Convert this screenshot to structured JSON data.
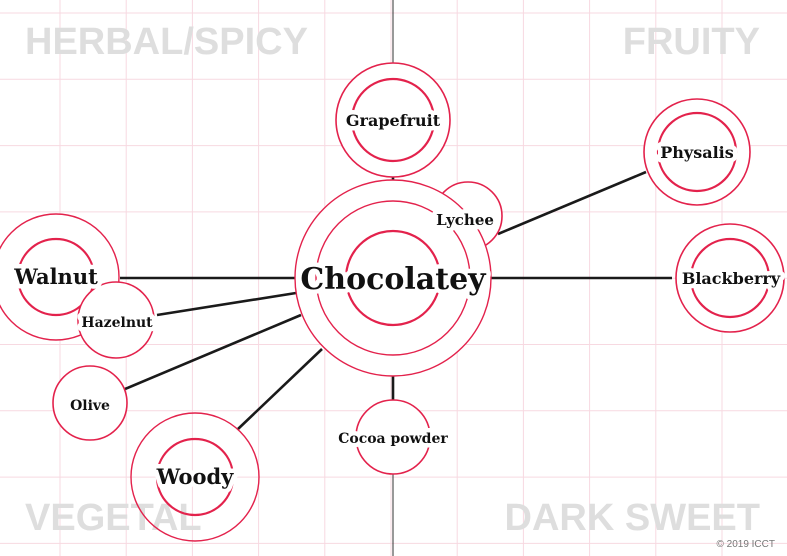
{
  "categories": {
    "top_left": "HERBAL/SPICY",
    "top_right": "FRUITY",
    "bottom_left": "VEGETAL",
    "bottom_right": "DARK SWEET"
  },
  "copyright": "© 2019 ICCT",
  "colors": {
    "ring": "#e3224c",
    "grid": "#f7d9e1",
    "link": "#1a1a1a",
    "category": "#dedede"
  },
  "center_node": {
    "label": "Chocolatey"
  },
  "nodes": [
    {
      "id": "grapefruit",
      "label": "Grapefruit"
    },
    {
      "id": "lychee",
      "label": "Lychee"
    },
    {
      "id": "physalis",
      "label": "Physalis"
    },
    {
      "id": "blackberry",
      "label": "Blackberry"
    },
    {
      "id": "walnut",
      "label": "Walnut"
    },
    {
      "id": "hazelnut",
      "label": "Hazelnut"
    },
    {
      "id": "olive",
      "label": "Olive"
    },
    {
      "id": "woody",
      "label": "Woody"
    },
    {
      "id": "cocoa",
      "label": "Cocoa powder"
    }
  ]
}
